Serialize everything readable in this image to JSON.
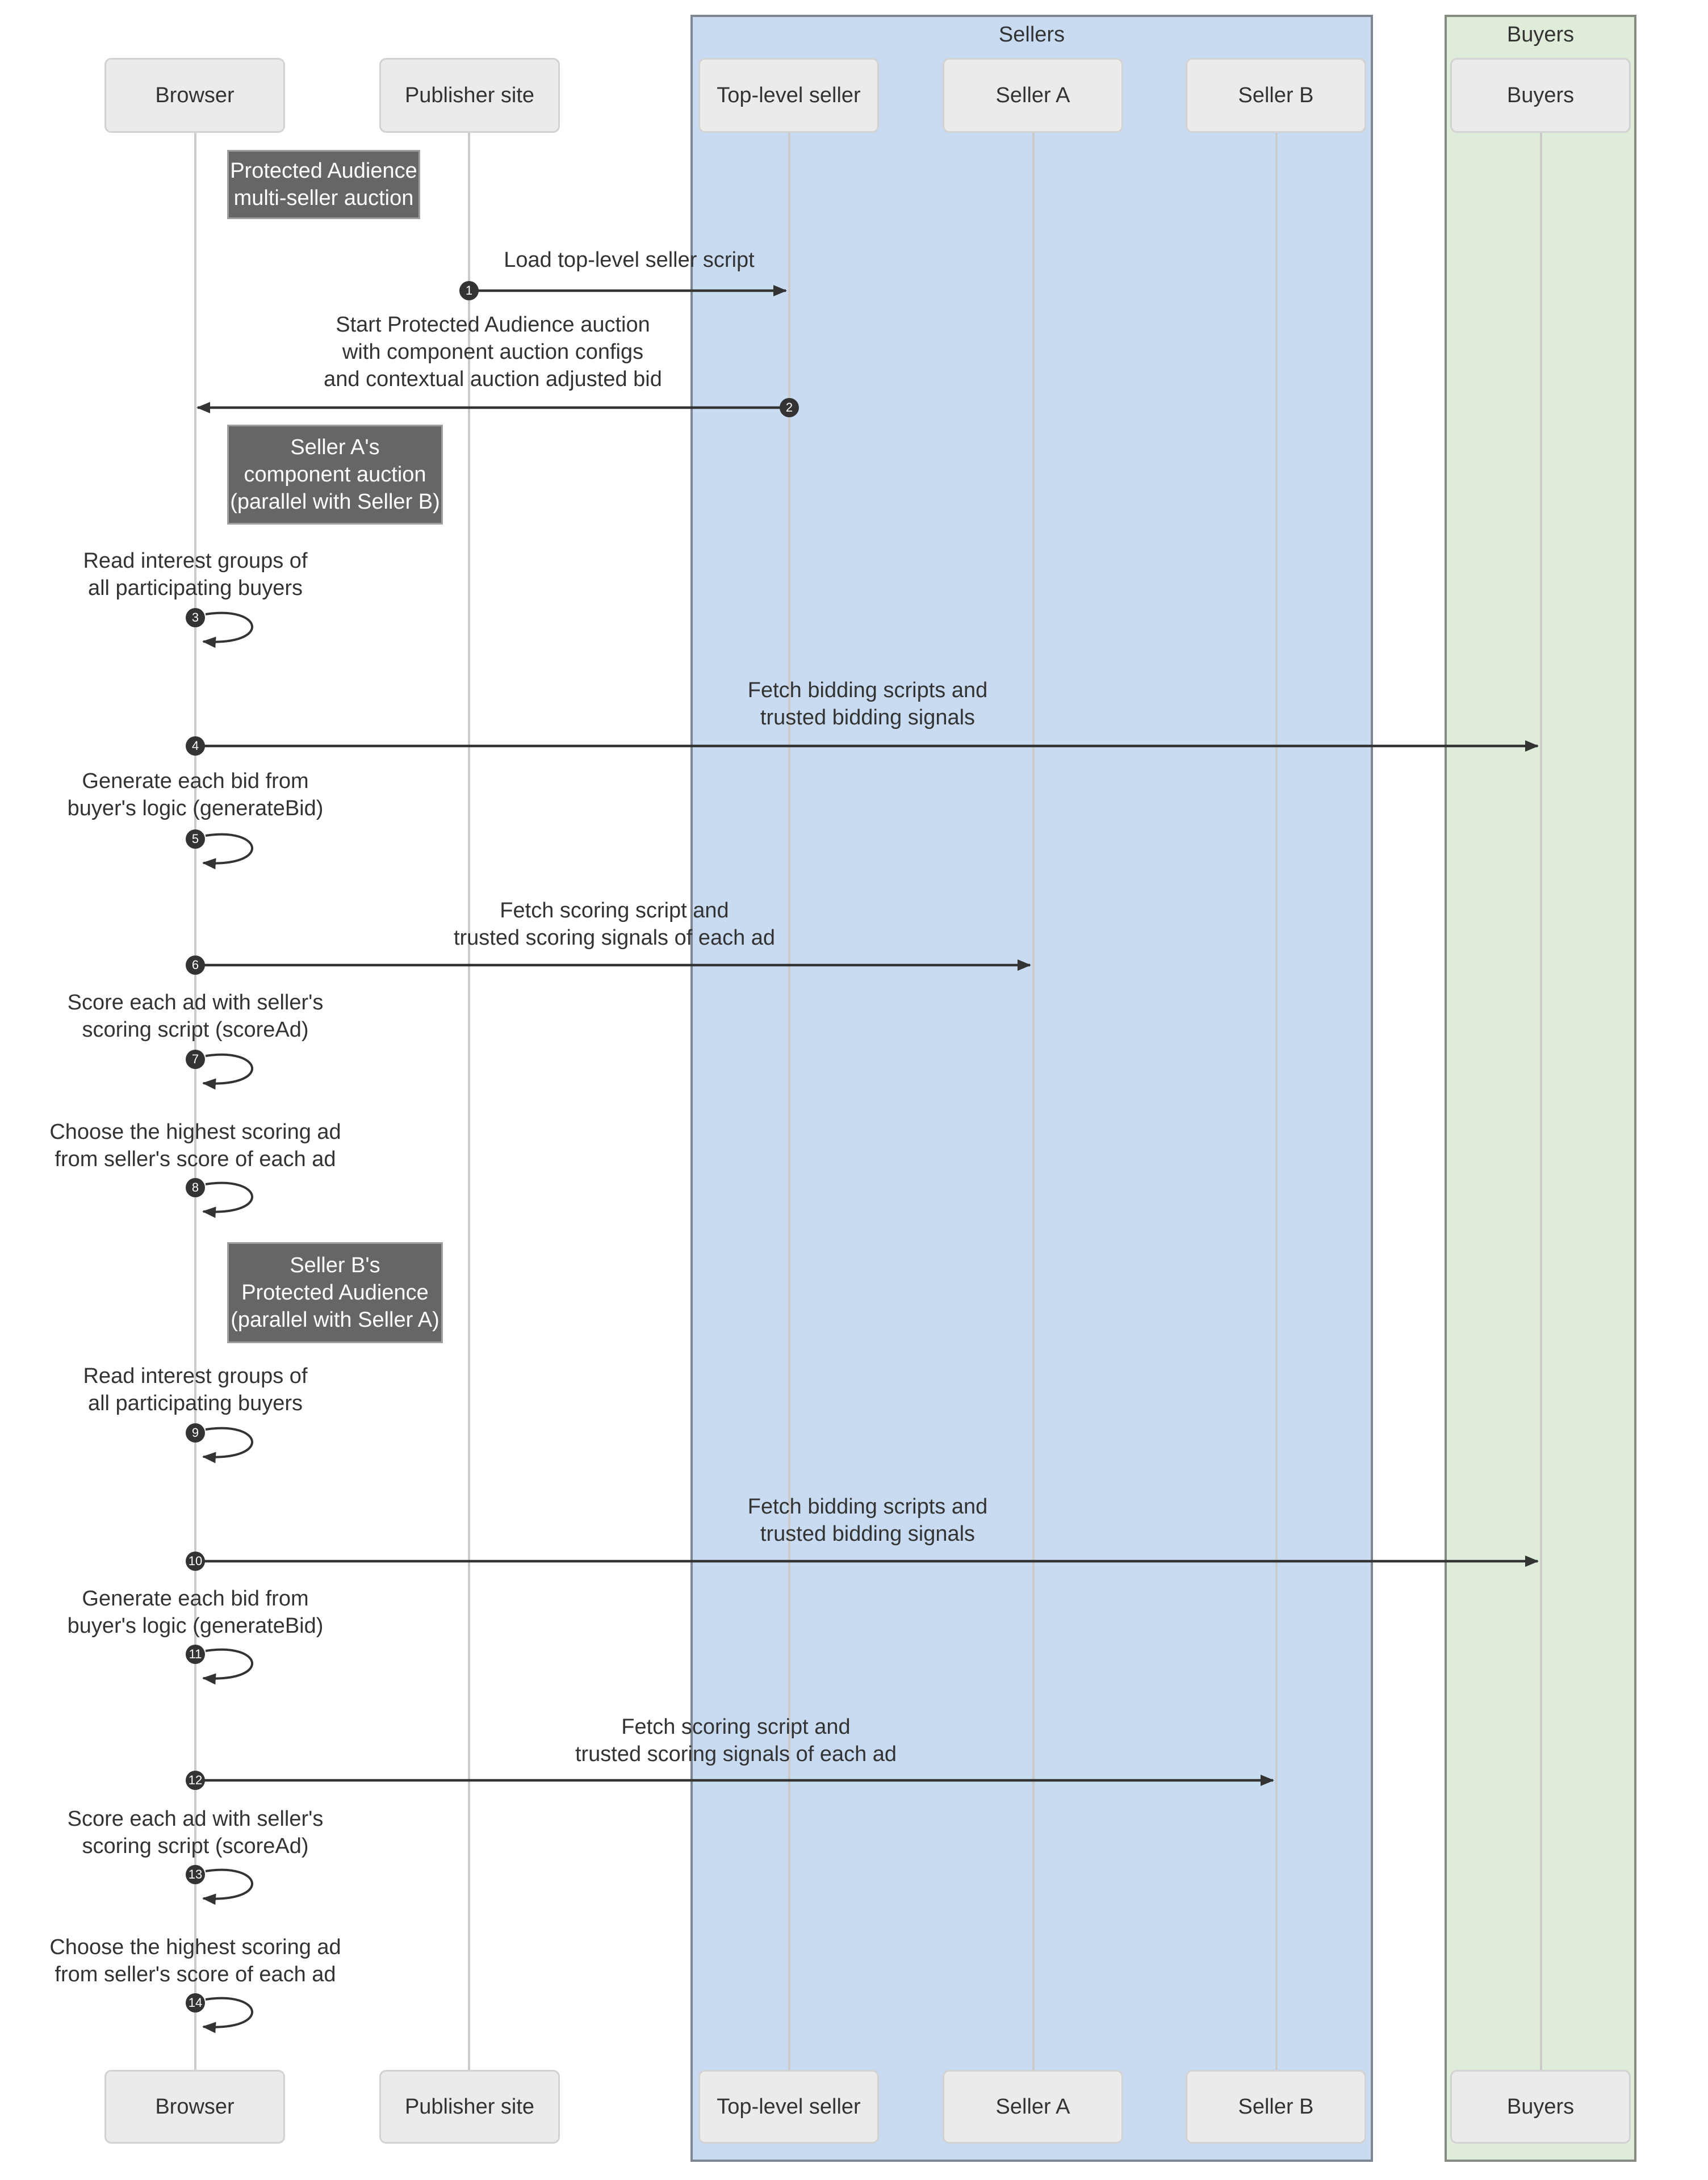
{
  "diagram": {
    "title_note": "Protected Audience\nmulti-seller auction",
    "groups": {
      "sellers": {
        "label": "Sellers",
        "fill": "#c8dbf0"
      },
      "buyers": {
        "label": "Buyers",
        "fill": "#dfecda"
      }
    },
    "participants": [
      {
        "id": "browser",
        "label": "Browser"
      },
      {
        "id": "publisher-site",
        "label": "Publisher site"
      },
      {
        "id": "top-level-seller",
        "label": "Top-level seller",
        "group": "Sellers"
      },
      {
        "id": "seller-a",
        "label": "Seller A",
        "group": "Sellers"
      },
      {
        "id": "seller-b",
        "label": "Seller B",
        "group": "Sellers"
      },
      {
        "id": "buyers",
        "label": "Buyers",
        "group": "Buyers"
      }
    ],
    "notes": [
      {
        "text": "Protected Audience\nmulti-seller auction"
      },
      {
        "text": "Seller A's\ncomponent auction\n(parallel with Seller B)"
      },
      {
        "text": "Seller B's\nProtected Audience\n(parallel with Seller A)"
      }
    ],
    "messages": [
      {
        "num": "1",
        "text": "Load top-level seller script",
        "from": "Publisher site",
        "to": "Top-level seller"
      },
      {
        "num": "2",
        "text": "Start Protected Audience auction\nwith component auction configs\nand contextual auction adjusted bid",
        "from": "Top-level seller",
        "to": "Browser"
      },
      {
        "num": "3",
        "text": "Read interest groups of\nall participating buyers",
        "from": "Browser",
        "to": "Browser"
      },
      {
        "num": "4",
        "text": "Fetch bidding scripts and\ntrusted bidding signals",
        "from": "Browser",
        "to": "Buyers"
      },
      {
        "num": "5",
        "text": "Generate each bid from\nbuyer's logic (generateBid)",
        "from": "Browser",
        "to": "Browser"
      },
      {
        "num": "6",
        "text": "Fetch scoring script and\ntrusted scoring signals of each ad",
        "from": "Browser",
        "to": "Seller A"
      },
      {
        "num": "7",
        "text": "Score each ad with seller's\nscoring script (scoreAd)",
        "from": "Browser",
        "to": "Browser"
      },
      {
        "num": "8",
        "text": "Choose the highest scoring ad\nfrom seller's score of each ad",
        "from": "Browser",
        "to": "Browser"
      },
      {
        "num": "9",
        "text": "Read interest groups of\nall participating buyers",
        "from": "Browser",
        "to": "Browser"
      },
      {
        "num": "10",
        "text": "Fetch bidding scripts and\ntrusted bidding signals",
        "from": "Browser",
        "to": "Buyers"
      },
      {
        "num": "11",
        "text": "Generate each bid from\nbuyer's logic (generateBid)",
        "from": "Browser",
        "to": "Browser"
      },
      {
        "num": "12",
        "text": "Fetch scoring script and\ntrusted scoring signals of each ad",
        "from": "Browser",
        "to": "Seller B"
      },
      {
        "num": "13",
        "text": "Score each ad with seller's\nscoring script (scoreAd)",
        "from": "Browser",
        "to": "Browser"
      },
      {
        "num": "14",
        "text": "Choose the highest scoring ad\nfrom seller's score of each ad",
        "from": "Browser",
        "to": "Browser"
      }
    ],
    "colors": {
      "sellers_region": "#c8dbf0",
      "buyers_region": "#dfecda",
      "participant_box": "#ebebeb",
      "note_box": "#666666",
      "arrow": "#333333"
    }
  }
}
